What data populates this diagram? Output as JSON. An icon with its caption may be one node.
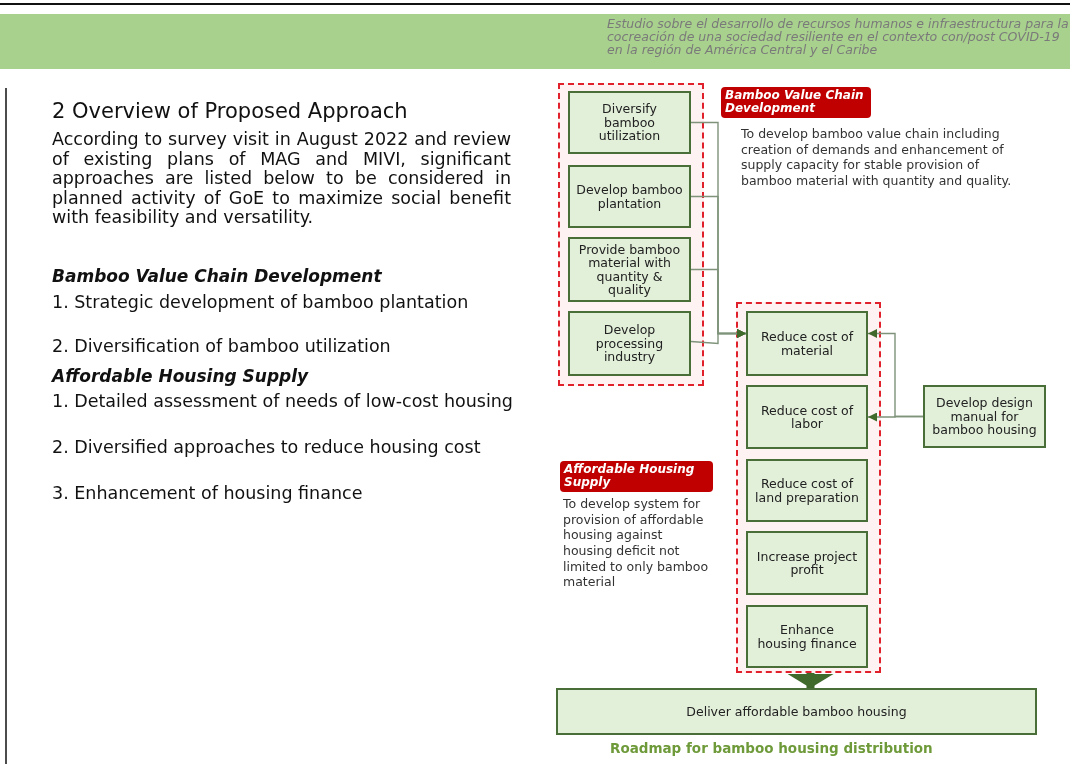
{
  "diagram": {
    "title": "2 Overview of Proposed Approach",
    "caption": "Roadmap for bamboo housing distribution",
    "nodes": [
      {
        "text": [],
        "shape": "box"
      },
      {
        "text": [
          "Diversify bamboo utilization"
        ],
        "in": 0
      },
      {
        "text": [
          "Develop bamboo plantation"
        ],
        "in": 0
      },
      {
        "text": [
          "Provide bamboo material with quantity & quality"
        ],
        "in": 0
      },
      {
        "text": [
          "Develop processing industry"
        ],
        "in": 0
      },
      {
        "text": [
          "Bamboo Value Chain Development"
        ],
        "beside": [
          "To develop bamboo value chain including creation of demands and enhancement of supply capacity for stable provision of bamboo material with quantity and quality."
        ]
      },
      {
        "text": [],
        "shape": "box"
      },
      {
        "text": [
          "Reduce cost of material"
        ],
        "in": 6
      },
      {
        "text": [
          "Reduce cost of labor"
        ],
        "in": 6
      },
      {
        "text": [
          "Reduce cost of land preparation"
        ],
        "in": 6
      },
      {
        "text": [
          "Increase project profit"
        ],
        "in": 6
      },
      {
        "text": [
          "Enhance housing finance"
        ],
        "in": 6
      },
      {
        "text": [
          "Develop design manual for bamboo housing"
        ]
      },
      {
        "text": [
          "Affordable Housing Supply"
        ],
        "beside": [
          "To develop system for provision of affordable housing against housing deficit not limited to only bamboo material"
        ]
      },
      {
        "text": [
          "Deliver affordable bamboo housing"
        ]
      }
    ],
    "edges": [
      {
        "from": 1,
        "to": 7,
        "arrow": "to"
      },
      {
        "from": 2,
        "to": 7,
        "arrow": "to"
      },
      {
        "from": 3,
        "to": 7,
        "arrow": "to"
      },
      {
        "from": 4,
        "to": 7,
        "arrow": "to"
      },
      {
        "from": 12,
        "to": 7,
        "arrow": "to"
      },
      {
        "from": 12,
        "to": 8,
        "arrow": "to"
      },
      {
        "from": 6,
        "to": 14,
        "arrow": "to",
        "style": "thick"
      }
    ],
    "labels": [
      "Estudio sobre el desarrollo de recursos humanos e infraestructura para la cocreación de una sociedad resiliente en el contexto con/post COVID-19 en la región de América Central y el Caribe",
      "According to survey visit in August 2022 and review of existing plans of MAG and MIVI, significant approaches are listed below to be considered in planned activity of GoE to maximize social benefit with feasibility and versatility.",
      "Bamboo Value Chain Development",
      "1. Strategic development of bamboo plantation",
      "2. Diversification of bamboo utilization",
      "Affordable Housing Supply",
      "1. Detailed assessment of needs of low-cost housing",
      "2. Diversified approaches to reduce housing cost",
      "3. Enhancement of housing finance"
    ]
  }
}
